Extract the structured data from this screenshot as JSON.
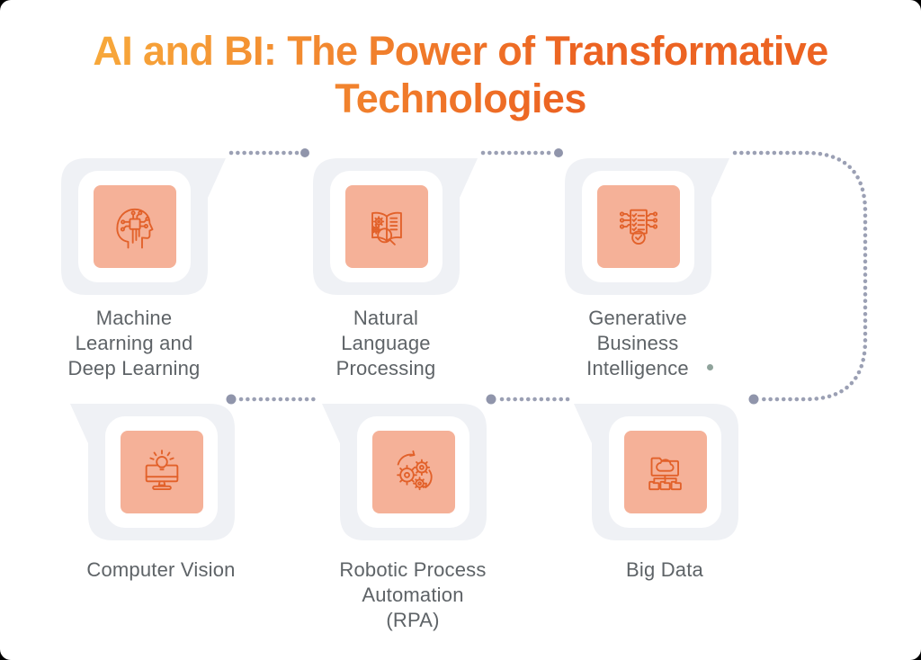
{
  "title": {
    "lines": [
      "AI and BI: The Power of Transformative",
      "Technologies"
    ]
  },
  "cards": [
    {
      "icon": "ai-head-chip-icon",
      "lines": [
        "Machine",
        "Learning and",
        "Deep Learning"
      ]
    },
    {
      "icon": "book-gears-magnifier-icon",
      "lines": [
        "Natural",
        "Language",
        "Processing"
      ]
    },
    {
      "icon": "document-circuit-check-icon",
      "lines": [
        "Generative",
        "Business",
        "Intelligence"
      ]
    },
    {
      "icon": "monitor-lightbulb-icon",
      "lines": [
        "Computer Vision"
      ]
    },
    {
      "icon": "gears-cycle-icon",
      "lines": [
        "Robotic Process",
        "Automation",
        "(RPA)"
      ]
    },
    {
      "icon": "folder-cloud-hierarchy-icon",
      "lines": [
        "Big Data"
      ]
    }
  ],
  "colors": {
    "outer_background": "#000000",
    "page_background": "#FFFFFF",
    "title_gradient_start": "#F8AC3C",
    "title_gradient_end": "#EC6322",
    "bubble": "#EFF1F5",
    "tile": "#F5B198",
    "icon_stroke": "#E2612A",
    "label_text": "#5E6367",
    "connector_dots": "#9BA0B4",
    "connector_big_dot": "#9095AB",
    "accent_dot": "#8FA39B"
  }
}
